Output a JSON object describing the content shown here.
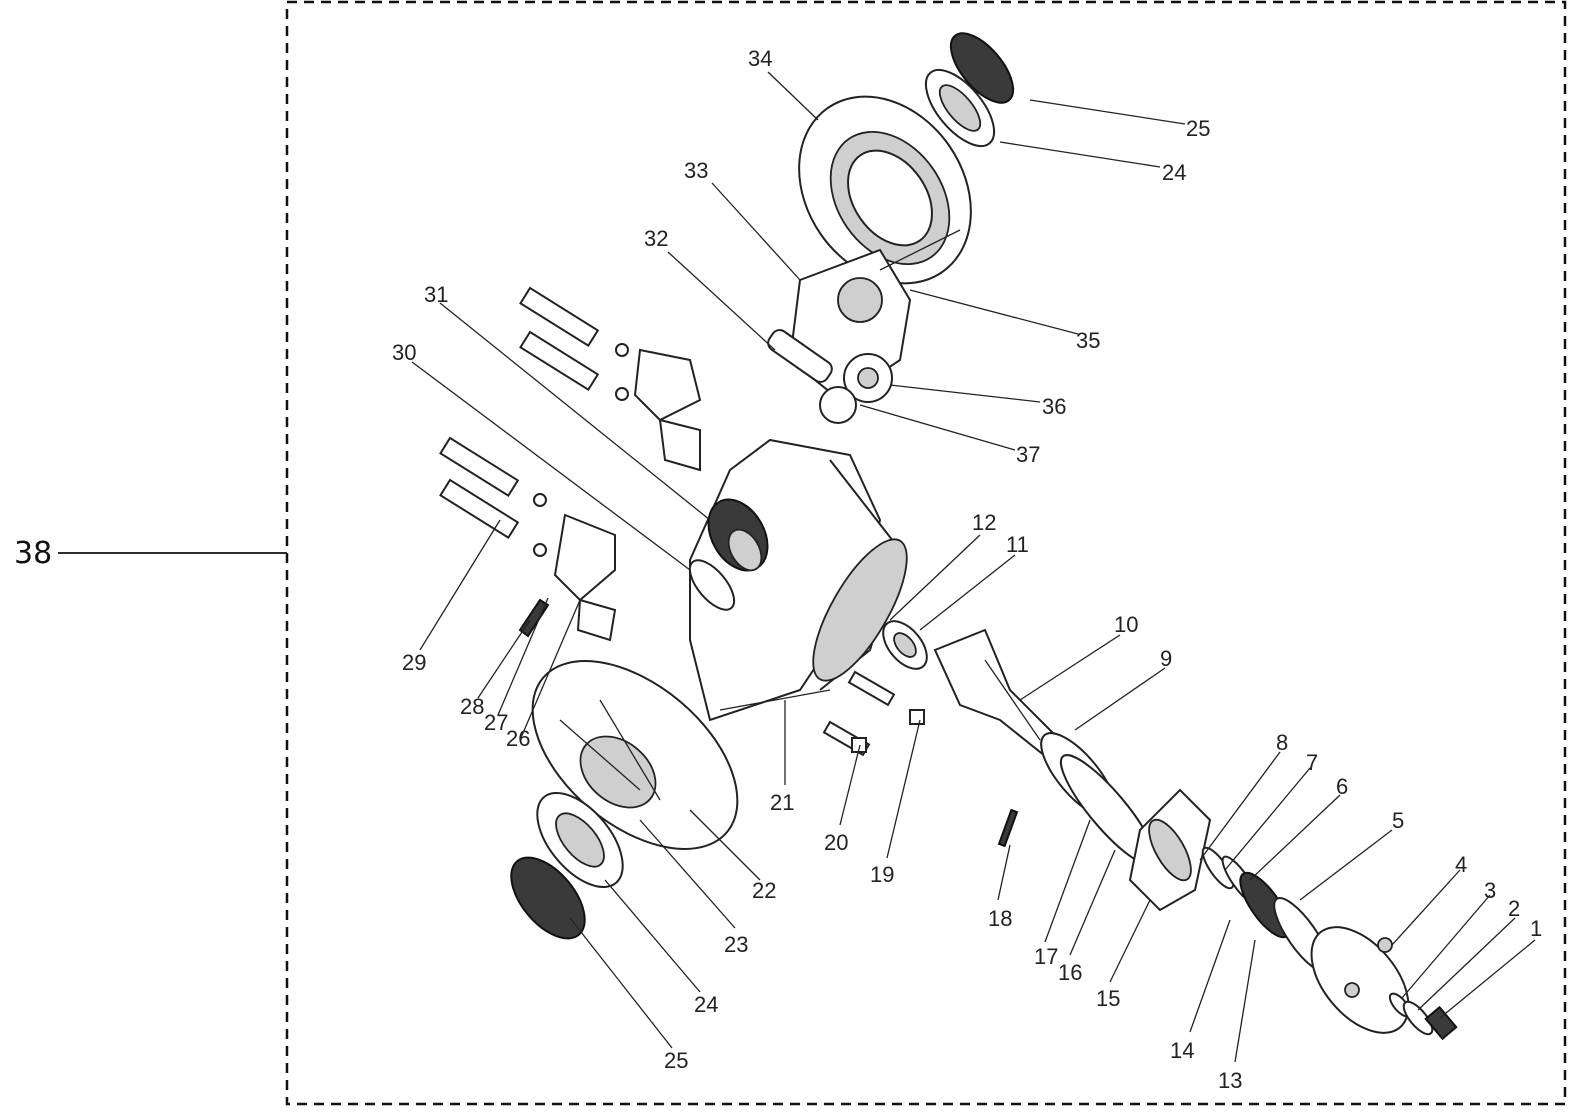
{
  "assembly": {
    "label": "38"
  },
  "parts": [
    {
      "n": "1"
    },
    {
      "n": "2"
    },
    {
      "n": "3"
    },
    {
      "n": "4"
    },
    {
      "n": "5"
    },
    {
      "n": "6"
    },
    {
      "n": "7"
    },
    {
      "n": "8"
    },
    {
      "n": "9"
    },
    {
      "n": "10"
    },
    {
      "n": "11"
    },
    {
      "n": "12"
    },
    {
      "n": "13"
    },
    {
      "n": "14"
    },
    {
      "n": "15"
    },
    {
      "n": "16"
    },
    {
      "n": "17"
    },
    {
      "n": "18"
    },
    {
      "n": "19"
    },
    {
      "n": "20"
    },
    {
      "n": "21"
    },
    {
      "n": "22"
    },
    {
      "n": "23"
    },
    {
      "n": "24"
    },
    {
      "n": "25"
    },
    {
      "n": "26"
    },
    {
      "n": "27"
    },
    {
      "n": "28"
    },
    {
      "n": "29"
    },
    {
      "n": "30"
    },
    {
      "n": "31"
    },
    {
      "n": "32"
    },
    {
      "n": "33"
    },
    {
      "n": "34"
    },
    {
      "n": "35"
    },
    {
      "n": "36"
    },
    {
      "n": "37"
    },
    {
      "n": "24"
    },
    {
      "n": "25"
    }
  ]
}
